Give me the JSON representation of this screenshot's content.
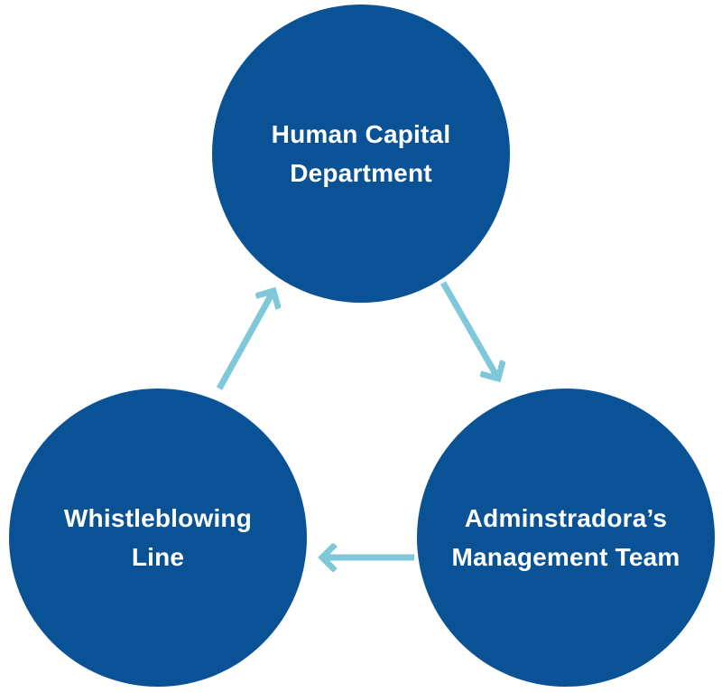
{
  "diagram": {
    "type": "cycle",
    "colors": {
      "background": "#ffffff",
      "node_fill": "#0a5296",
      "node_text": "#ffffff",
      "arrow": "#7ec8d9"
    },
    "nodes": [
      {
        "id": "human-capital-department",
        "label": "Human Capital Department",
        "lines": [
          "Human Capital",
          "Department"
        ]
      },
      {
        "id": "whistleblowing-line",
        "label": "Whistleblowing Line",
        "lines": [
          "Whistleblowing",
          "Line"
        ]
      },
      {
        "id": "adminstradoras-management-team",
        "label": "Adminstradora’s Management Team",
        "lines": [
          "Adminstradora’s",
          "Management Team"
        ]
      }
    ],
    "arrows": [
      {
        "from": "human-capital-department",
        "to": "adminstradoras-management-team"
      },
      {
        "from": "adminstradoras-management-team",
        "to": "whistleblowing-line"
      },
      {
        "from": "whistleblowing-line",
        "to": "human-capital-department"
      }
    ]
  }
}
